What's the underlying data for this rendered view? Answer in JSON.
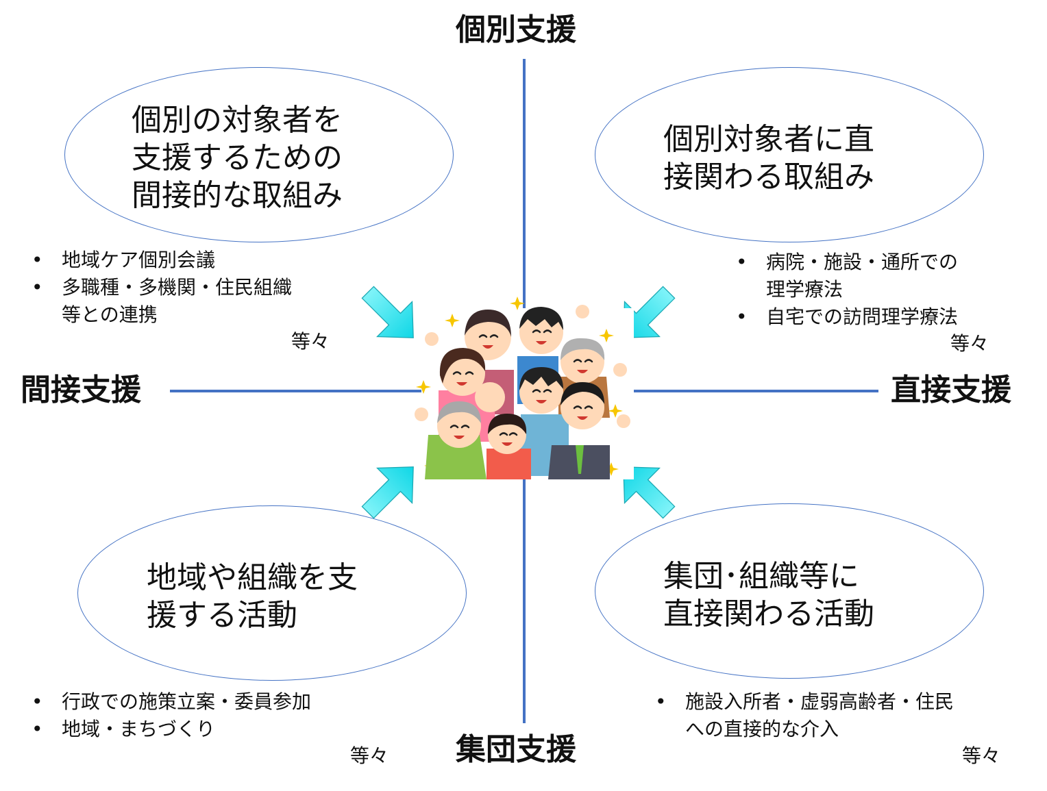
{
  "axes": {
    "top": "個別支援",
    "bottom": "集団支援",
    "left": "間接支援",
    "right": "直接支援"
  },
  "quadrants": {
    "top_left": {
      "title_lines": [
        "個別の対象者を",
        "支援するための",
        "間接的な取組み"
      ],
      "bullets": [
        [
          "地域ケア個別会議"
        ],
        [
          "多職種・多機関・住民組織",
          "等との連携"
        ]
      ],
      "etc": "等々"
    },
    "top_right": {
      "title_lines": [
        "個別対象者に直",
        "接関わる取組み"
      ],
      "bullets": [
        [
          "病院・施設・通所での",
          "理学療法"
        ],
        [
          "自宅での訪問理学療法"
        ]
      ],
      "etc": "等々"
    },
    "bottom_left": {
      "title_lines": [
        "地域や組織を支",
        "援する活動"
      ],
      "bullets": [
        [
          "行政での施策立案・委員参加"
        ],
        [
          "地域・まちづくり"
        ]
      ],
      "etc": "等々"
    },
    "bottom_right": {
      "title_lines": [
        "集団･組織等に",
        "直接関わる活動"
      ],
      "bullets": [
        [
          "施設入所者・虚弱高齢者・住民",
          "への直接的な介入"
        ]
      ],
      "etc": "等々"
    }
  },
  "colors": {
    "axis": "#4472c4",
    "ellipse_border": "#4472c4",
    "arrow_fill": "#2ee6f0"
  },
  "icons": [
    "arrow-icon",
    "people-illustration",
    "sparkle-icon"
  ]
}
